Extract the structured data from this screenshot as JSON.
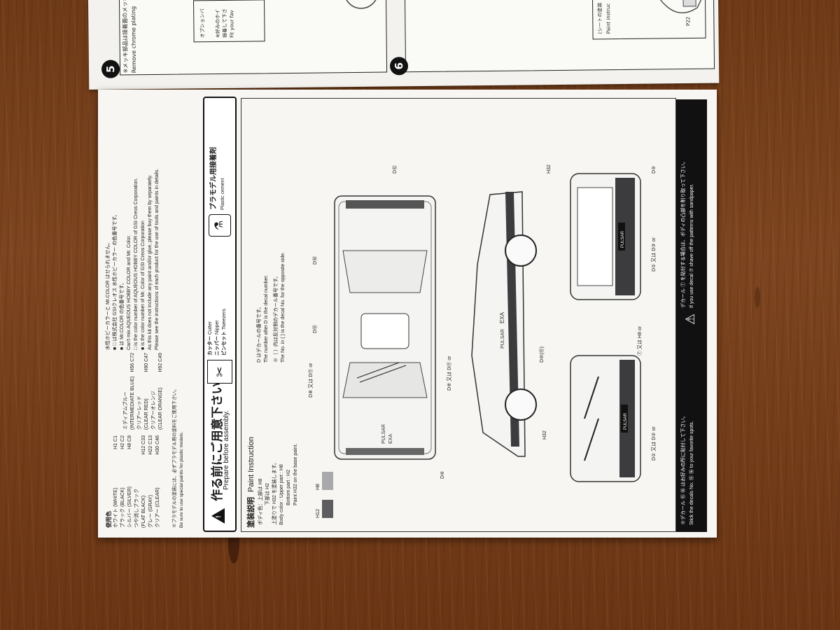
{
  "top_sheet": {
    "step5": "5",
    "step6": "6",
    "note_jp": "※メッキ部品は接着面のメッキ",
    "note_en": "Remove chrome plating",
    "option_jp": "オプションパ",
    "option_line1": "※好みのホイ",
    "option_line2": "接着して下さ",
    "option_line3": "Fit your fav",
    "seat_jp": "(シートの塗装",
    "seat_en": "Paint instruc",
    "part_ref": "P22"
  },
  "paint_colors": {
    "title": "使用色",
    "rows": [
      {
        "jp": "ホワイト (WHITE)",
        "code": "H1 C1"
      },
      {
        "jp": "ブラック (BLACK)",
        "code": "H2 C2"
      },
      {
        "jp": "シルバー (SILVER)",
        "code": "H8 C8"
      },
      {
        "jp": "つや消しブラック",
        "code": ""
      },
      {
        "jp": "(FLAT BLACK)",
        "code": "H12 C33"
      },
      {
        "jp": "グレー (GRAY)",
        "code": "H22 C13"
      },
      {
        "jp": "クリアー (CLEAR)",
        "code": "H30 C46"
      }
    ],
    "rows2": [
      {
        "jp": "ミディアムブルー",
        "code": ""
      },
      {
        "jp": "(INTERMEDIATE BLUE)",
        "code": "H56 C72"
      },
      {
        "jp": "クリアーレッド",
        "code": ""
      },
      {
        "jp": "(CLEAR RED)",
        "code": "H90 C47"
      },
      {
        "jp": "クリアーオレンジ",
        "code": ""
      },
      {
        "jp": "(CLEAR ORANGE)",
        "code": "H92 C49"
      }
    ],
    "footnote_jp": "※プラモデルの塗装には、必ずプラモデル用の塗料をご使用下さい。",
    "footnote_en": "Be sure to use special paints for plastic models."
  },
  "mr_color_notes": {
    "line1": "水性ホビーカラーと Mr.COLOR はせられません。",
    "line2": "■ □ は株式会社 GSIクレオス 水性ホビーカラー の色番号です。",
    "line3": "■ は Mr.COLOR の色番号です。",
    "line4": "Can't mix AQUEOUS HOBBY COLOR and Mr. Color.",
    "line5": "□ is the color number of AQUEOUS HOBBY COLOR of GSI Creos Corporation.",
    "line6": "■ is the color number of Mr. Color of GSI Creos Corporation",
    "line7": "As this kit does not include any paint and/or glue, please buy them by separately.",
    "line8": "Please see the instructions of each product for the use of tools and paints in details."
  },
  "header": {
    "title_jp": "作る前にご用意下さい",
    "title_en": "Prepare before assembly.",
    "tool1_jp": "カッター",
    "tool1_en": "Cutter",
    "tool2_jp": "ニッパー",
    "tool2_en": "Nipper",
    "tool3_jp": "ピンセット",
    "tool3_en": "Tweezers",
    "cement_jp": "プラモデル用接着剤",
    "cement_en": "Plastic cement"
  },
  "paint_instruction": {
    "title_jp": "塗装説明",
    "title_en": "Paint Instruction",
    "body_jp": "ボディ色：上部は H8",
    "body_jp2": "下部は H2",
    "body_jp3": "上塗りで H32 を塗装します。",
    "body_en1": "Body color : Upper part : H8",
    "body_en2": "Bottom part : H2",
    "body_en3": "Paint H32 on the base paint.",
    "swatch1": "H12",
    "swatch2": "H8",
    "decal_jp": "D はデカールの番号です。",
    "decal_en": "The number after D is the decal number.",
    "opposite_jp": "※（ ）内は反対側のデカール番号です。",
    "opposite_en": "The No. in ( ) is the decal No. for the opposite side."
  },
  "decal_labels": {
    "d4": "D④",
    "d8": "D⑧ 又は D⑪ or",
    "d9": "D⑨ 又は D⑪ or",
    "d13": "D⑬",
    "d14": "D⑭",
    "d12": "D⑫",
    "d10": "D⑩(⑮)",
    "d5": "D⑤",
    "d1a": "D① 又は D② or",
    "d1b": "D① 又は D③ or",
    "d7": "⑦ 又は H8 or",
    "h32a": "H32",
    "h32b": "H32"
  },
  "car_text": {
    "pulsar": "PULSAR",
    "exa": "EXA"
  },
  "bottom_bar": {
    "jp1": "※デカール ⑮ ⑯ はお好みの所に貼付して下さい。",
    "en1": "Stick the decals No. ⑮ ⑯ to your favorite spots.",
    "jp2": "デカール ⑦ を貼付する場合は、ボディの凸部を削り取って下さい。",
    "en2": "If you use decal ⑦ shave off the patterns with sandpaper."
  },
  "colors": {
    "swatch_dark": "#5d5d5f",
    "swatch_silver": "#a9a9ab"
  }
}
